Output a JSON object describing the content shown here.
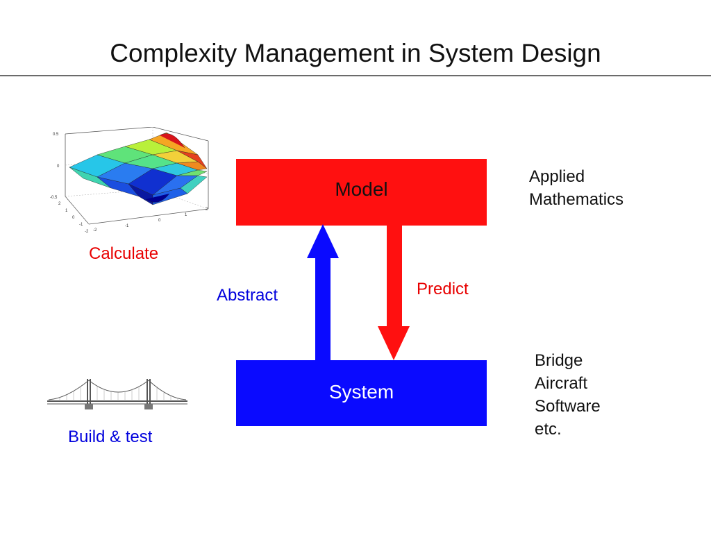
{
  "title": "Complexity Management in System Design",
  "boxes": {
    "model": "Model",
    "system": "System"
  },
  "arrows": {
    "abstract": "Abstract",
    "predict": "Predict"
  },
  "left": {
    "calculate": "Calculate",
    "build_test": "Build & test"
  },
  "right": {
    "applied": [
      "Applied",
      "Mathematics"
    ],
    "examples": [
      "Bridge",
      "Aircraft",
      "Software",
      "etc."
    ]
  },
  "surface_plot": {
    "z_ticks": [
      "0.5",
      "0",
      "-0.5"
    ],
    "y_ticks": [
      "2",
      "1",
      "0",
      "-1",
      "-2"
    ],
    "x_ticks": [
      "-2",
      "-1",
      "0",
      "1",
      "2"
    ]
  },
  "colors": {
    "model": "#ff1010",
    "system": "#0a0aff",
    "predict_arrow": "#ff1010",
    "abstract_arrow": "#0a0aff"
  }
}
